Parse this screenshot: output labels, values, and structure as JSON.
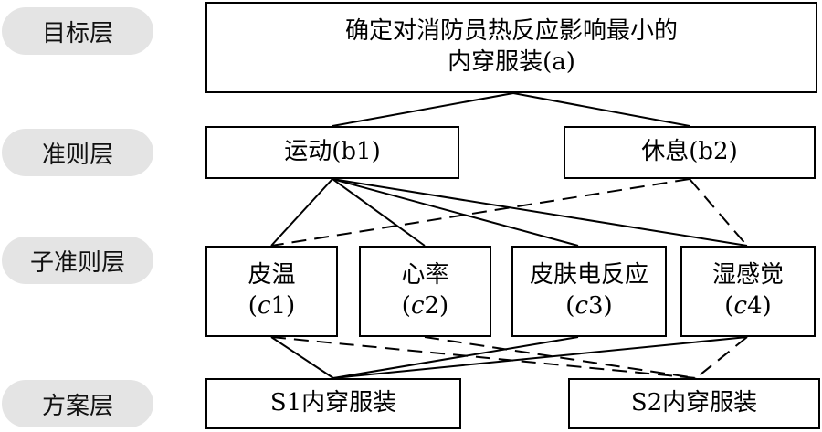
{
  "levels": {
    "goal": "目标层",
    "criteria": "准则层",
    "subcriteria": "子准则层",
    "alternatives": "方案层"
  },
  "goal": {
    "line1": "确定对消防员热反应影响最小的",
    "line2": "内穿服装(a)"
  },
  "criteria": {
    "b1": "运动(b1)",
    "b2": "休息(b2)"
  },
  "subcriteria": [
    {
      "name": "皮温",
      "open": "(",
      "var": "c",
      "num": "1",
      "close": ")"
    },
    {
      "name": "心率",
      "open": "(",
      "var": "c",
      "num": "2",
      "close": ")"
    },
    {
      "name": "皮肤电反应",
      "open": "(",
      "var": "c",
      "num": "3",
      "close": ")"
    },
    {
      "name": "湿感觉",
      "open": "(",
      "var": "c",
      "num": "4",
      "close": ")"
    }
  ],
  "alternatives": {
    "s1": "S1内穿服装",
    "s2": "S2内穿服装"
  }
}
